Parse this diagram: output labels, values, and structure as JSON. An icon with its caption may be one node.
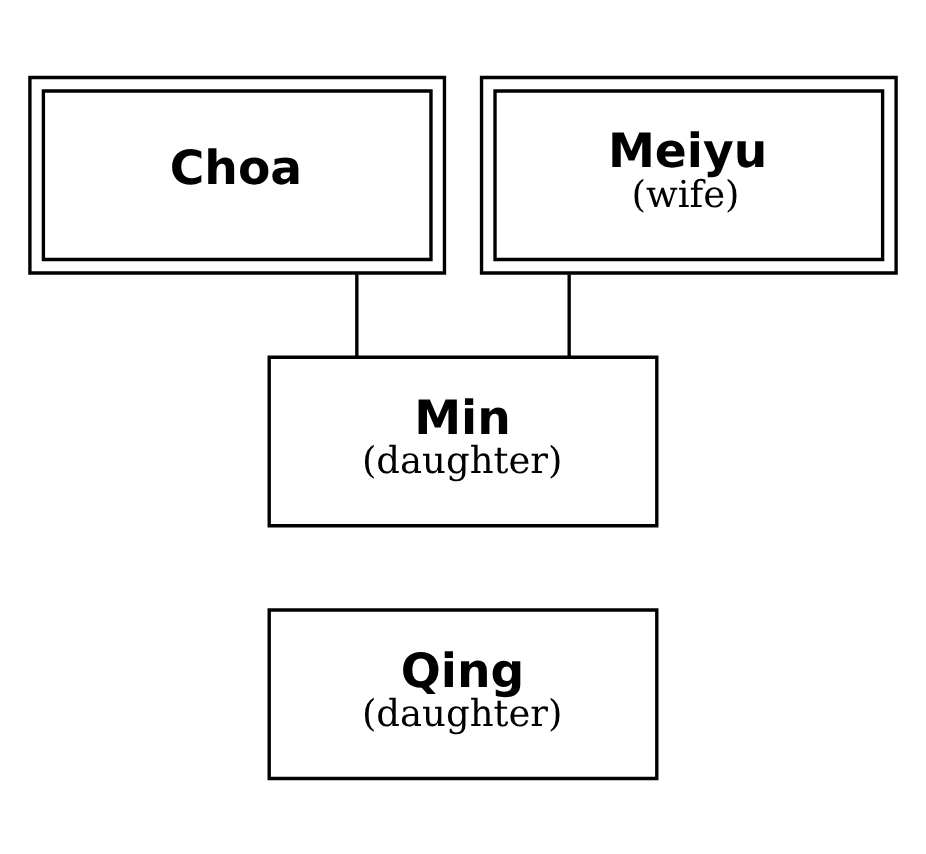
{
  "diagram": {
    "nodes": [
      {
        "text": [
          "Choa"
        ]
      },
      {
        "text": [
          "Meiyu",
          "(wife)"
        ]
      },
      {
        "text": [
          "Min",
          "(daughter)"
        ]
      },
      {
        "text": [
          "Qing",
          "(daughter)"
        ]
      }
    ],
    "edges": [
      {
        "from": 0,
        "to": 2,
        "arrow": "none"
      },
      {
        "from": 1,
        "to": 2,
        "arrow": "none"
      }
    ]
  }
}
